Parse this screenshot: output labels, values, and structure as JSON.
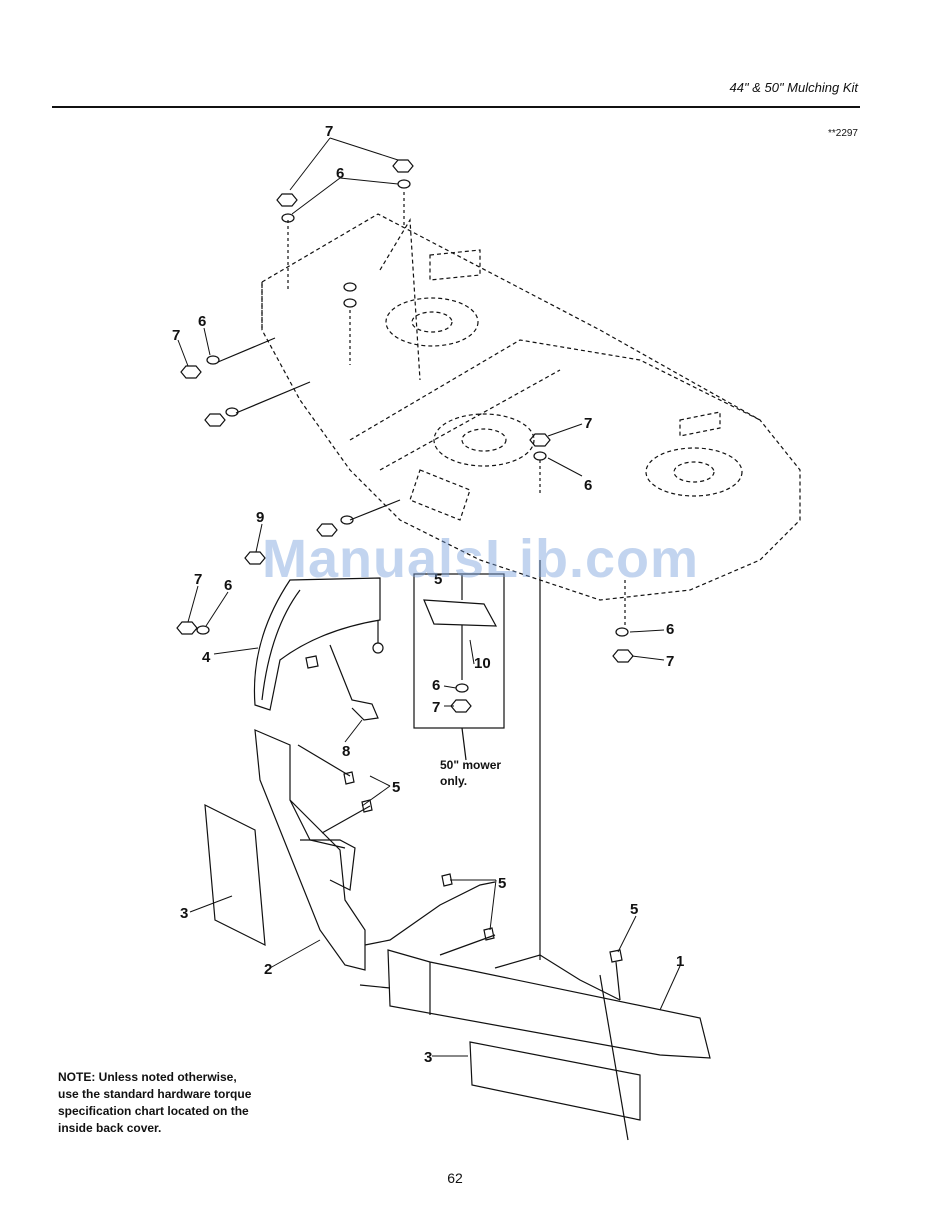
{
  "header": {
    "title": "44\" & 50\" Mulching Kit",
    "ref": "**2297"
  },
  "callouts": {
    "c7a": "7",
    "c6a": "6",
    "c6b": "6",
    "c7b": "7",
    "c7c": "7",
    "c6c": "6",
    "c9": "9",
    "c7d": "7",
    "c6d": "6",
    "c4": "4",
    "c8": "8",
    "c5inset": "5",
    "c10": "10",
    "c6e": "6",
    "c7e": "7",
    "c6f": "6",
    "c7f": "7",
    "c5a": "5",
    "c3a": "3",
    "c2": "2",
    "c5b": "5",
    "c5c": "5",
    "c1": "1",
    "c3b": "3"
  },
  "inset_note": {
    "line1": "50\" mower",
    "line2": "only."
  },
  "note": {
    "line1": "NOTE: Unless noted otherwise,",
    "line2": "use the standard hardware torque",
    "line3": "specification chart located on the",
    "line4": "inside back cover."
  },
  "watermark": "ManualsLib.com",
  "page_number": "62"
}
